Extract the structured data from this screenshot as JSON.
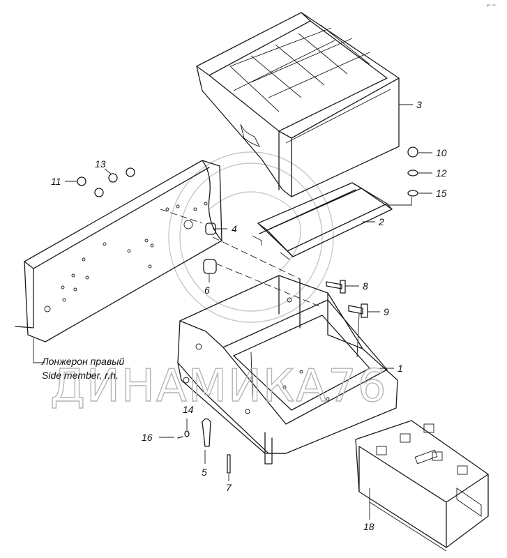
{
  "callouts": {
    "n1": "1",
    "n2": "2",
    "n3": "3",
    "n4": "4",
    "n5": "5",
    "n6": "6",
    "n7": "7",
    "n8": "8",
    "n9": "9",
    "n10": "10",
    "n11": "11",
    "n12": "12",
    "n13": "13",
    "n14": "14",
    "n15": "15",
    "n16": "16",
    "n18": "18"
  },
  "caption": {
    "ru": "Лонжерон правый",
    "en": "Side member, r.h."
  },
  "watermark": "ДИНАМИКА76",
  "corner_mark": "⌐ ~"
}
